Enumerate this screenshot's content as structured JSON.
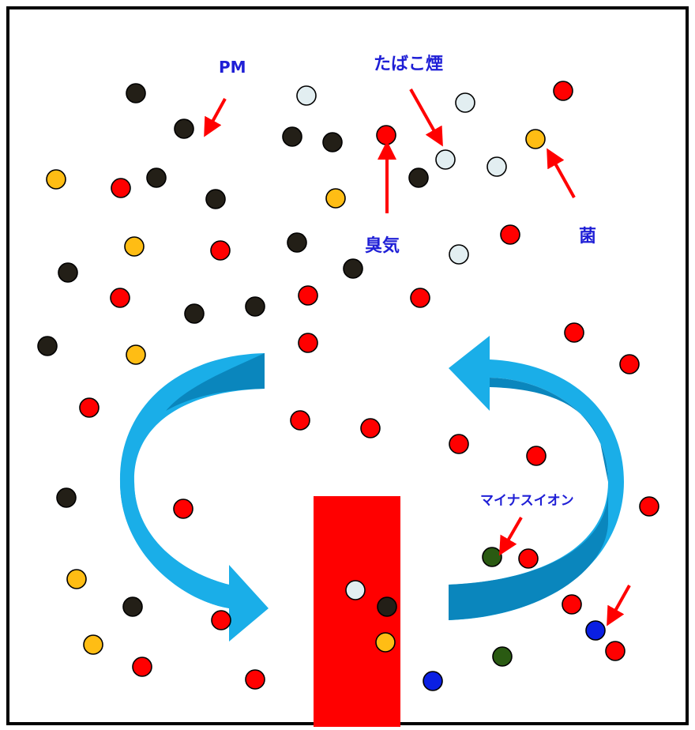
{
  "labels": {
    "pm": "PM",
    "smoke": "たばこ煙",
    "odor": "臭気",
    "bacteria": "菌",
    "negative_ion": "マイナスイオン"
  },
  "colors": {
    "background": "#ffffff",
    "border": "#000000",
    "label_text": "#1f1fd6",
    "pointer_arrow": "#ff0000",
    "purifier_unit": "#ff0000",
    "flow_arrow_light": "#1aaee8",
    "flow_arrow_dark": "#0a86bd",
    "particle_black": "#231f17",
    "particle_red": "#ff0000",
    "particle_smoke": "#e2eef1",
    "particle_yellow": "#ffbd14",
    "particle_green": "#2a5a12",
    "particle_blue": "#0a1fe3"
  },
  "icons": {
    "purifier": "purifier-unit",
    "airflow": "circular-airflow-arrows"
  }
}
